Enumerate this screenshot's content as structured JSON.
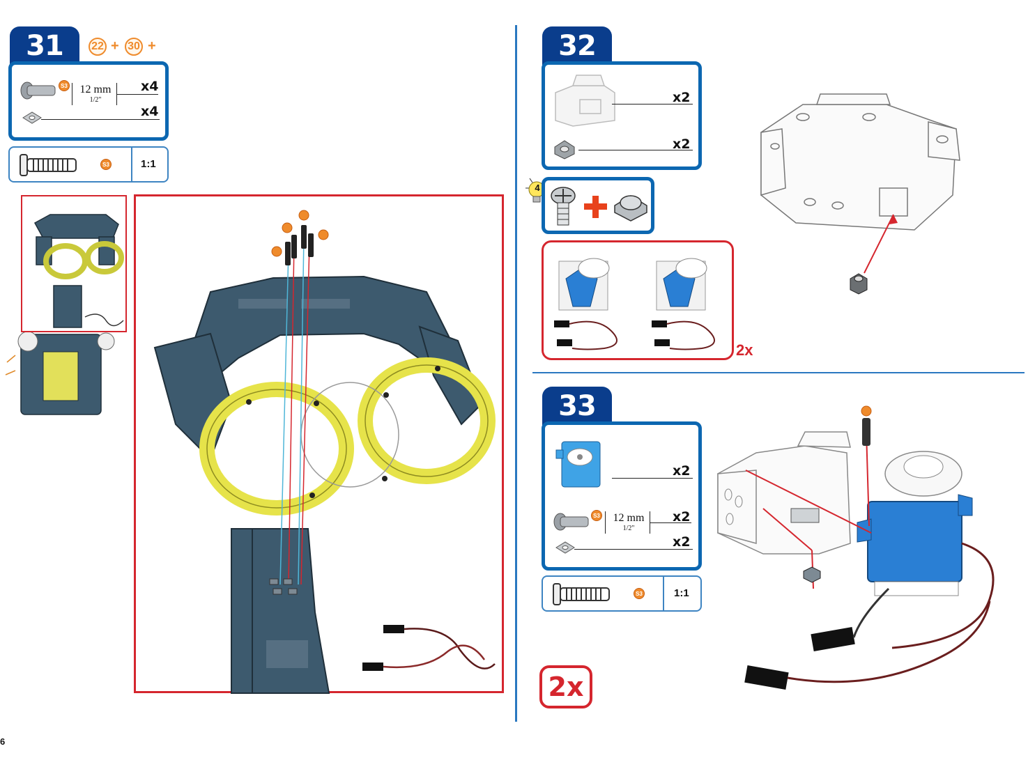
{
  "page_number": "6",
  "step31": {
    "number": "31",
    "ref_steps": [
      "22",
      "30"
    ],
    "plus_sign": "+",
    "screw_code": "S3",
    "screw_length": "12 mm",
    "screw_length_in": "1/2\"",
    "screw_qty": "x4",
    "nut_qty": "x4",
    "scale_label": "1:1"
  },
  "step32": {
    "number": "32",
    "bracket_qty": "x2",
    "nut_qty": "x2",
    "tip_number": "4",
    "repeat_label": "2x"
  },
  "step33": {
    "number": "33",
    "servo_qty": "x2",
    "screw_code": "S3",
    "screw_length": "12 mm",
    "screw_length_in": "1/2\"",
    "screw_qty": "x2",
    "nut_qty": "x2",
    "scale_label": "1:1",
    "repeat_label": "2x"
  },
  "colors": {
    "step_tab": "#0a3d8c",
    "parts_border": "#0c67b1",
    "highlight_red": "#d5262e",
    "accent_orange": "#ef8b2c",
    "frame_blue_grey": "#3d5a6e",
    "ring_yellow": "#e6e34a",
    "servo_blue": "#2a7fd4"
  }
}
